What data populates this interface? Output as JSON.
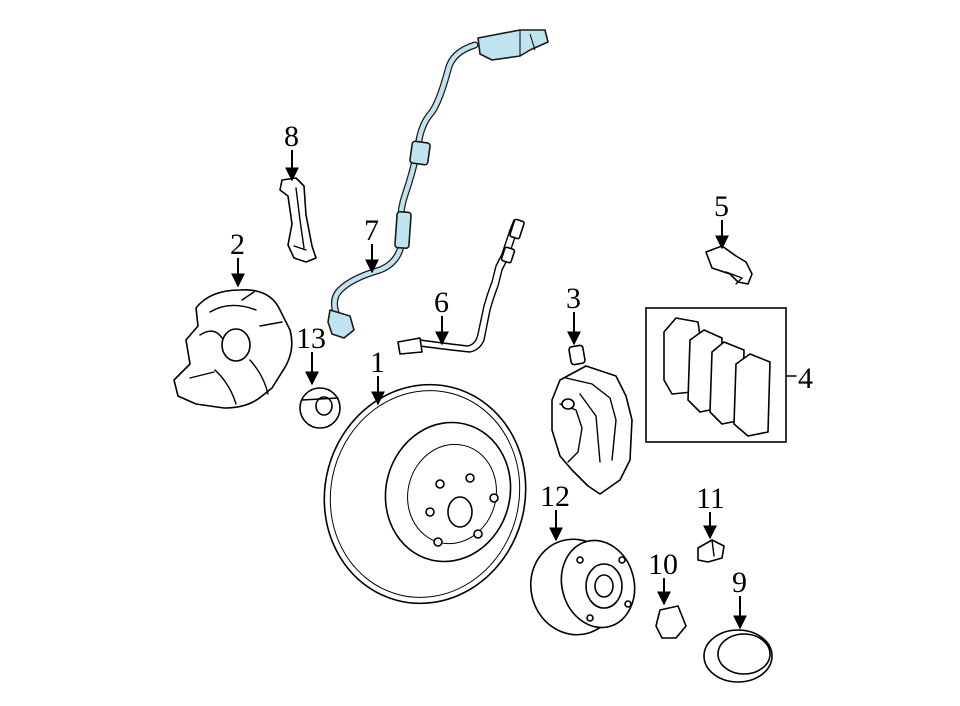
{
  "accent_color": "#bfe3ef",
  "callouts": {
    "c1": "1",
    "c2": "2",
    "c3": "3",
    "c4": "4",
    "c5": "5",
    "c6": "6",
    "c7": "7",
    "c8": "8",
    "c9": "9",
    "c10": "10",
    "c11": "11",
    "c12": "12",
    "c13": "13"
  }
}
